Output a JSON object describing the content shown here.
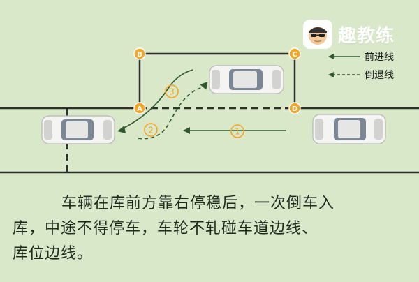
{
  "brand": {
    "name": "趣教练"
  },
  "legend": {
    "forward_label": "前进线",
    "reverse_label": "倒退线"
  },
  "points": {
    "a": "A",
    "b": "B",
    "c": "C",
    "d": "D"
  },
  "steps": {
    "s1": "1",
    "s2": "2",
    "s3": "3"
  },
  "caption": {
    "line1": "车辆在库前方靠右停稳后，一次倒车入",
    "line2": "库，中途不得停车，车轮不轧碰车道边线、",
    "line3": "库位边线。"
  },
  "colors": {
    "background": "#d8e8c8",
    "line": "#2d2d2d",
    "marker": "#f5a623",
    "forward_arrow": "#2f5a2f",
    "reverse_arrow": "#2f5a2f"
  }
}
